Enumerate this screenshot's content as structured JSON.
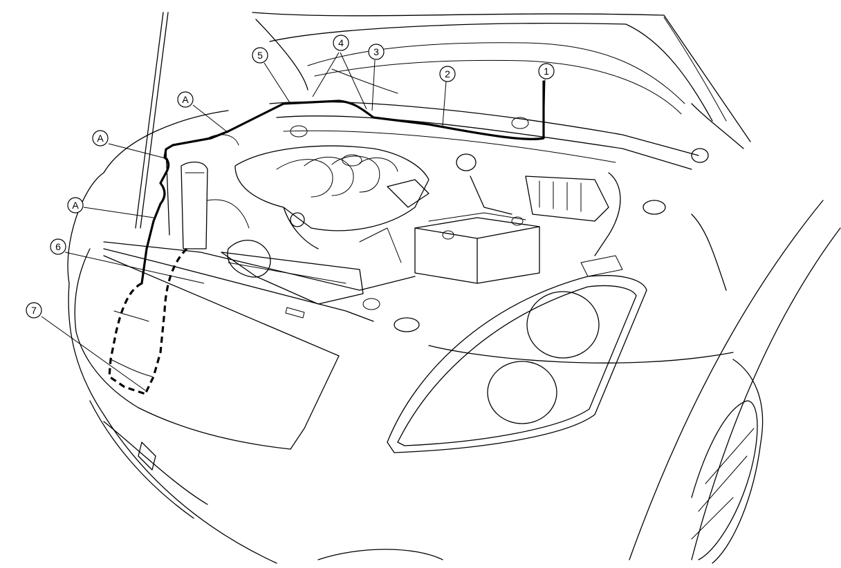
{
  "callouts": [
    {
      "id": "c1",
      "label": "1"
    },
    {
      "id": "c2",
      "label": "2"
    },
    {
      "id": "c3",
      "label": "3"
    },
    {
      "id": "c4",
      "label": "4"
    },
    {
      "id": "c5",
      "label": "5"
    },
    {
      "id": "c6",
      "label": "6"
    },
    {
      "id": "c7",
      "label": "7"
    },
    {
      "id": "cA1",
      "label": "A"
    },
    {
      "id": "cA2",
      "label": "A"
    },
    {
      "id": "cA3",
      "label": "A"
    }
  ]
}
